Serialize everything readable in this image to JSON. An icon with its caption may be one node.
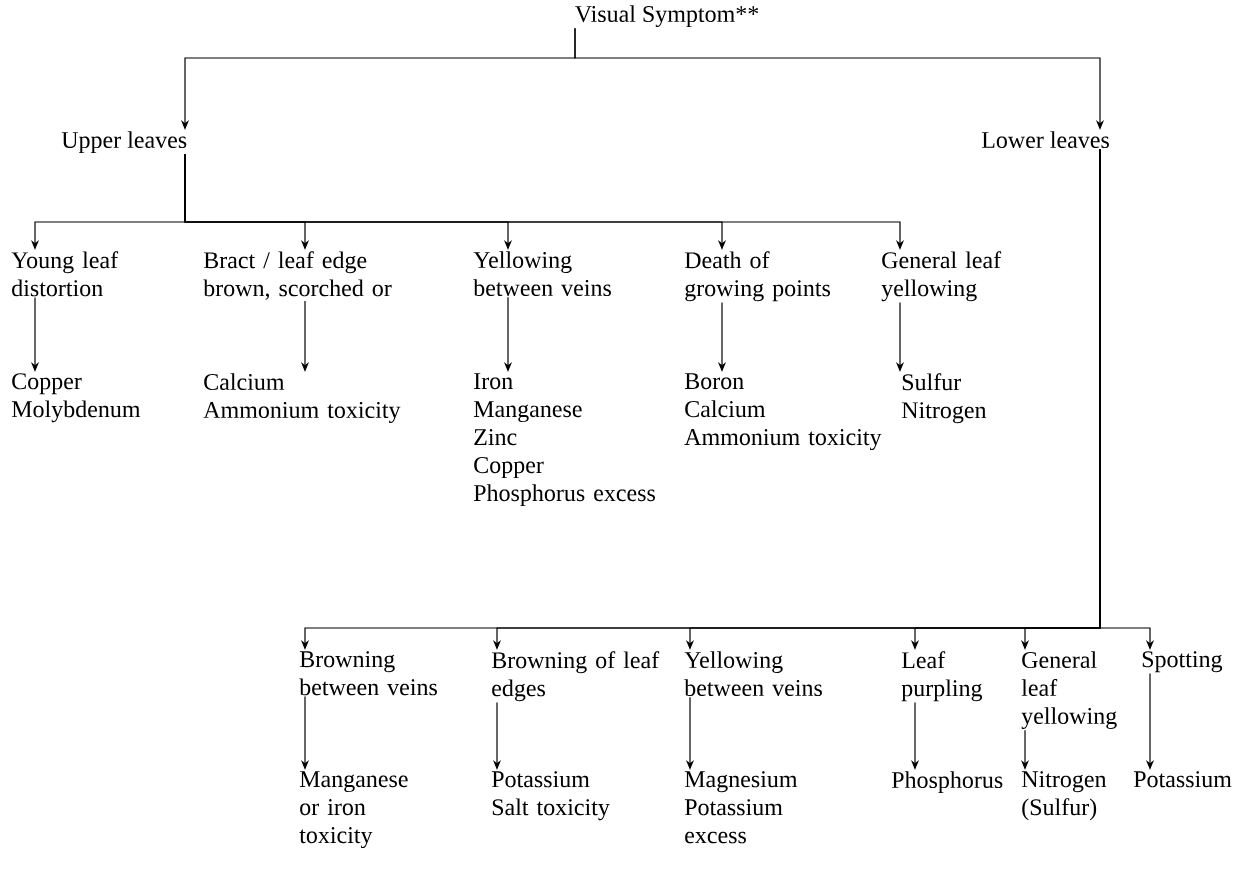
{
  "diagram": {
    "nodes": [
      {
        "text": [
          "Visual Symptom**"
        ]
      },
      {
        "text": [
          "Upper leaves"
        ]
      },
      {
        "text": [
          "Lower leaves"
        ]
      },
      {
        "text": [
          "Young leaf distortion"
        ]
      },
      {
        "text": [
          "Bract / leaf edge brown, scorched or"
        ]
      },
      {
        "text": [
          "Yellowing between veins"
        ]
      },
      {
        "text": [
          "Death of growing points"
        ]
      },
      {
        "text": [
          "General leaf yellowing"
        ]
      },
      {
        "text": [
          "Copper",
          "Molybdenum"
        ]
      },
      {
        "text": [
          "Calcium",
          "Ammonium toxicity"
        ]
      },
      {
        "text": [
          "Iron",
          "Manganese",
          "Zinc",
          "Copper",
          "Phosphorus excess"
        ]
      },
      {
        "text": [
          "Boron",
          "Calcium",
          "Ammonium toxicity"
        ]
      },
      {
        "text": [
          "Sulfur",
          "Nitrogen"
        ]
      },
      {
        "text": [
          "Browning between veins"
        ]
      },
      {
        "text": [
          "Browning of leaf edges"
        ]
      },
      {
        "text": [
          "Yellowing between veins"
        ]
      },
      {
        "text": [
          "Leaf purpling"
        ]
      },
      {
        "text": [
          "General leaf yellowing"
        ]
      },
      {
        "text": [
          "Spotting"
        ]
      },
      {
        "text": [
          "Manganese or iron toxicity"
        ]
      },
      {
        "text": [
          "Potassium",
          "Salt toxicity"
        ]
      },
      {
        "text": [
          "Magnesium",
          "Potassium excess"
        ]
      },
      {
        "text": [
          "Phosphorus"
        ]
      },
      {
        "text": [
          "Nitrogen",
          "(Sulfur)"
        ]
      },
      {
        "text": [
          "Potassium"
        ]
      }
    ],
    "edges": [
      {
        "from": 0,
        "to": 1,
        "arrow": "to"
      },
      {
        "from": 0,
        "to": 2,
        "arrow": "to"
      },
      {
        "from": 1,
        "to": 3,
        "arrow": "to"
      },
      {
        "from": 1,
        "to": 4,
        "arrow": "to"
      },
      {
        "from": 1,
        "to": 5,
        "arrow": "to"
      },
      {
        "from": 1,
        "to": 6,
        "arrow": "to"
      },
      {
        "from": 1,
        "to": 7,
        "arrow": "to"
      },
      {
        "from": 3,
        "to": 8,
        "arrow": "to"
      },
      {
        "from": 4,
        "to": 9,
        "arrow": "to"
      },
      {
        "from": 5,
        "to": 10,
        "arrow": "to"
      },
      {
        "from": 6,
        "to": 11,
        "arrow": "to"
      },
      {
        "from": 7,
        "to": 12,
        "arrow": "to"
      },
      {
        "from": 2,
        "to": 13,
        "arrow": "to"
      },
      {
        "from": 2,
        "to": 14,
        "arrow": "to"
      },
      {
        "from": 2,
        "to": 15,
        "arrow": "to"
      },
      {
        "from": 2,
        "to": 16,
        "arrow": "to"
      },
      {
        "from": 2,
        "to": 17,
        "arrow": "to"
      },
      {
        "from": 2,
        "to": 18,
        "arrow": "to"
      },
      {
        "from": 13,
        "to": 19,
        "arrow": "to"
      },
      {
        "from": 14,
        "to": 20,
        "arrow": "to"
      },
      {
        "from": 15,
        "to": 21,
        "arrow": "to"
      },
      {
        "from": 16,
        "to": 22,
        "arrow": "to"
      },
      {
        "from": 17,
        "to": 23,
        "arrow": "to"
      },
      {
        "from": 18,
        "to": 24,
        "arrow": "to"
      }
    ]
  }
}
